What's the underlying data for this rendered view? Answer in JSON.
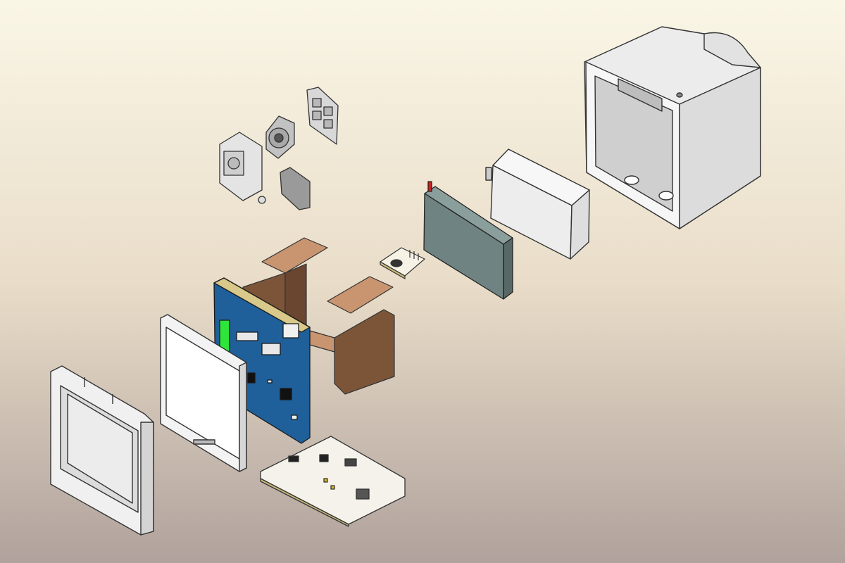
{
  "scene": {
    "kind": "exploded-assembly-view",
    "background": {
      "top": "#faf6e6",
      "middle": "#e9ddc9",
      "bottom": "#b0a29c"
    },
    "parts": [
      {
        "id": "front-bezel",
        "color": "#f0f0f0"
      },
      {
        "id": "display-panel",
        "color": "#f3f3f3"
      },
      {
        "id": "main-pcb",
        "color": "#1f5f9a",
        "accent": "#2ee63a"
      },
      {
        "id": "flex-cable-left",
        "color": "#7c5539",
        "accent": "#c99570"
      },
      {
        "id": "flex-cable-right",
        "color": "#7c5539",
        "accent": "#c99570"
      },
      {
        "id": "bottom-pcb",
        "color": "#f4f2ea"
      },
      {
        "id": "sensor-module",
        "color": "#e0e0e0"
      },
      {
        "id": "gasket-grille",
        "color": "#d8d8d8"
      },
      {
        "id": "small-sensor-board",
        "color": "#f6f3e6"
      },
      {
        "id": "battery",
        "color": "#6f8482",
        "accent": "#d02020"
      },
      {
        "id": "battery-cover",
        "color": "#f2f2f2"
      },
      {
        "id": "rear-housing",
        "color": "#e6e6e6"
      }
    ]
  }
}
